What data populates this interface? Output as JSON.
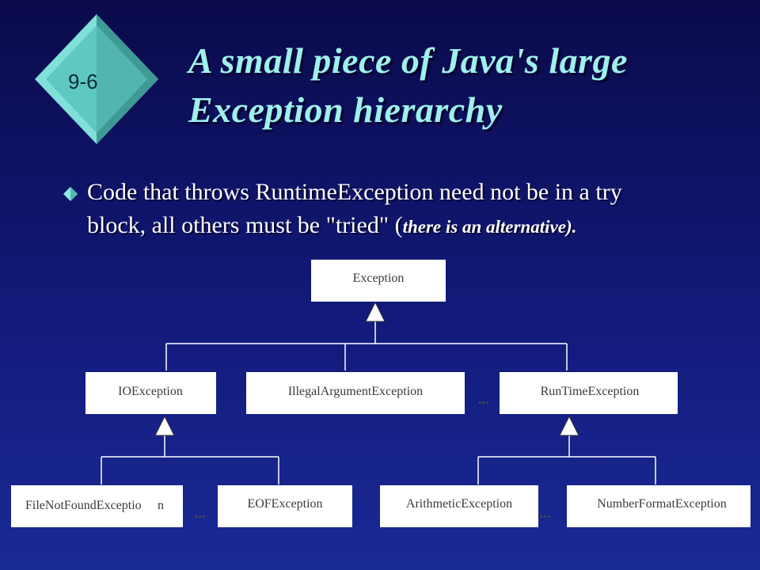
{
  "slide": {
    "badge_label": "9-6",
    "title_line1": "A small piece of Java's large",
    "title_line2": "Exception hierarchy",
    "bullet_line1": "Code that throws RuntimeException need not be in a try",
    "bullet_line2_main": "block, all others must be \"tried\" (",
    "bullet_line2_note": "there is an alternative).",
    "bullet_icon": "diamond-bullet-icon"
  },
  "diagram": {
    "root": "Exception",
    "level2": [
      "IOException",
      "IllegalArgumentException",
      "RunTimeException"
    ],
    "level3_io": [
      "FileNotFoundExceptio",
      "EOFException"
    ],
    "level3_runtime": [
      "ArithmeticException",
      "NumberFormatException"
    ],
    "overlap_glyph": "n",
    "ellipsis": "..."
  },
  "colors": {
    "title": "#9ff0ec",
    "badge": "#5fc8c0",
    "background_top": "#0a0a4a",
    "background_bottom": "#1a2a96",
    "node_fill": "#ffffff",
    "bullet": "#8fe8e4"
  }
}
